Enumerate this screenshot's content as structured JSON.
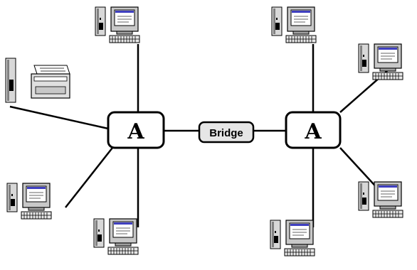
{
  "diagram": {
    "hubs": [
      {
        "id": "hub-left",
        "label": "A"
      },
      {
        "id": "hub-right",
        "label": "A"
      }
    ],
    "bridge": {
      "label": "Bridge"
    },
    "devices": {
      "left": [
        "computer",
        "printer",
        "computer",
        "computer"
      ],
      "right": [
        "computer",
        "computer",
        "computer",
        "computer"
      ]
    },
    "colors": {
      "line": "#000000",
      "screen": "#ffffff",
      "screen_bar": "#4040c0",
      "body": "#d8d8d8",
      "shadow": "#808080"
    }
  }
}
